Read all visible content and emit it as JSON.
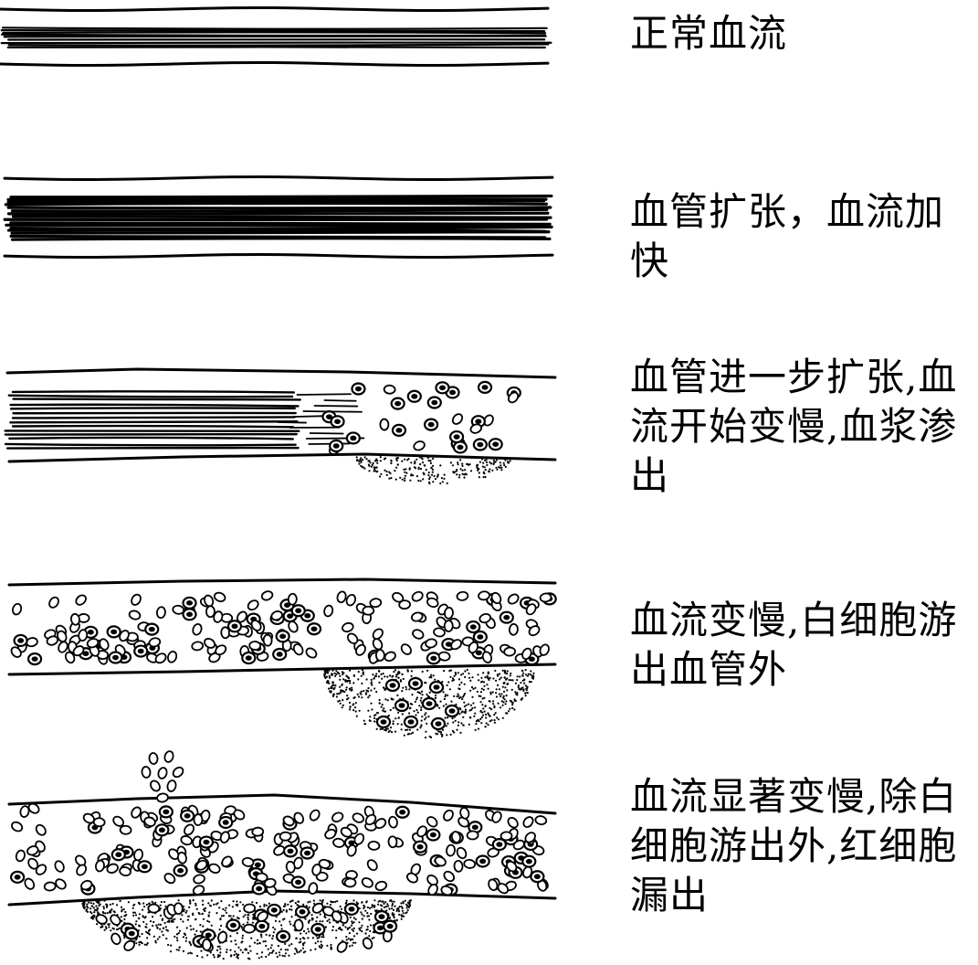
{
  "diagram": {
    "stages": [
      {
        "caption": "正常血流"
      },
      {
        "caption": "血管扩张，血流加快"
      },
      {
        "caption": "血管进一步扩张,血流开始变慢,血浆渗出"
      },
      {
        "caption": "血流变慢,白细胞游出血管外"
      },
      {
        "caption": "血流显著变慢,除白细胞游出外,红细胞漏出"
      }
    ],
    "colors": {
      "ink": "#000000",
      "paper": "#ffffff"
    }
  }
}
